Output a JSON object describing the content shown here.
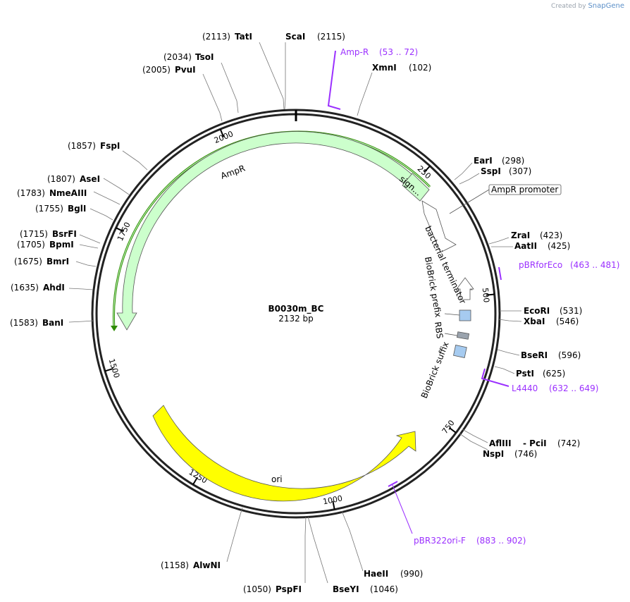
{
  "credit": {
    "prefix": "Created by",
    "brand": "SnapGene"
  },
  "plasmid": {
    "name": "B0030m_BC",
    "size_label": "2132 bp",
    "length": 2132
  },
  "ticks": [
    {
      "pos": 250,
      "label": "250"
    },
    {
      "pos": 500,
      "label": "500"
    },
    {
      "pos": 750,
      "label": "750"
    },
    {
      "pos": 1000,
      "label": "1000"
    },
    {
      "pos": 1250,
      "label": "1250"
    },
    {
      "pos": 1500,
      "label": "1500"
    },
    {
      "pos": 1750,
      "label": "1750"
    },
    {
      "pos": 2000,
      "label": "2000"
    }
  ],
  "sites": [
    {
      "id": "tati",
      "name": "TatI",
      "pos": "(2113)",
      "side": "left"
    },
    {
      "id": "scai",
      "name": "ScaI",
      "pos": "(2115)",
      "side": "right"
    },
    {
      "id": "tsoi",
      "name": "TsoI",
      "pos": "(2034)",
      "side": "left"
    },
    {
      "id": "pvui",
      "name": "PvuI",
      "pos": "(2005)",
      "side": "left"
    },
    {
      "id": "xmni",
      "name": "XmnI",
      "pos": "(102)",
      "side": "right"
    },
    {
      "id": "fspi",
      "name": "FspI",
      "pos": "(1857)",
      "side": "left"
    },
    {
      "id": "asei",
      "name": "AseI",
      "pos": "(1807)",
      "side": "left"
    },
    {
      "id": "nmeaiii",
      "name": "NmeAIII",
      "pos": "(1783)",
      "side": "left"
    },
    {
      "id": "bgli",
      "name": "BglI",
      "pos": "(1755)",
      "side": "left"
    },
    {
      "id": "bsrfi",
      "name": "BsrFI",
      "pos": "(1715)",
      "side": "left"
    },
    {
      "id": "bpmi",
      "name": "BpmI",
      "pos": "(1705)",
      "side": "left"
    },
    {
      "id": "bmri",
      "name": "BmrI",
      "pos": "(1675)",
      "side": "left"
    },
    {
      "id": "ahdi",
      "name": "AhdI",
      "pos": "(1635)",
      "side": "left"
    },
    {
      "id": "bani",
      "name": "BanI",
      "pos": "(1583)",
      "side": "left"
    },
    {
      "id": "eari",
      "name": "EarI",
      "pos": "(298)",
      "side": "right"
    },
    {
      "id": "sspi",
      "name": "SspI",
      "pos": "(307)",
      "side": "right"
    },
    {
      "id": "zrai",
      "name": "ZraI",
      "pos": "(423)",
      "side": "right"
    },
    {
      "id": "aatii",
      "name": "AatII",
      "pos": "(425)",
      "side": "right"
    },
    {
      "id": "ecori",
      "name": "EcoRI",
      "pos": "(531)",
      "side": "right"
    },
    {
      "id": "xbai",
      "name": "XbaI",
      "pos": "(546)",
      "side": "right"
    },
    {
      "id": "bseri",
      "name": "BseRI",
      "pos": "(596)",
      "side": "right"
    },
    {
      "id": "psti",
      "name": "PstI",
      "pos": "(625)",
      "side": "right"
    },
    {
      "id": "aflIII",
      "name": "AflIII",
      "pos": "",
      "side": "right"
    },
    {
      "id": "pcii",
      "name": "- PciI",
      "pos": "(742)",
      "side": "right"
    },
    {
      "id": "nspi",
      "name": "NspI",
      "pos": "(746)",
      "side": "right"
    },
    {
      "id": "haeii",
      "name": "HaeII",
      "pos": "(990)",
      "side": "right"
    },
    {
      "id": "bseyi",
      "name": "BseYI",
      "pos": "(1046)",
      "side": "right"
    },
    {
      "id": "pspfi",
      "name": "PspFI",
      "pos": "(1050)",
      "side": "left"
    },
    {
      "id": "alwni",
      "name": "AlwNI",
      "pos": "(1158)",
      "side": "left"
    }
  ],
  "primers": [
    {
      "id": "amp-r",
      "name": "Amp-R",
      "range": "(53 .. 72)"
    },
    {
      "id": "pbrforeco",
      "name": "pBRforEco",
      "range": "(463 .. 481)"
    },
    {
      "id": "l4440",
      "name": "L4440",
      "range": "(632 .. 649)"
    },
    {
      "id": "pbr322ori-f",
      "name": "pBR322ori-F",
      "range": "(883 .. 902)"
    }
  ],
  "features": [
    {
      "id": "ampr",
      "label": "AmpR",
      "color": "#ccffcc",
      "start": 1517,
      "end": 289
    },
    {
      "id": "signal",
      "label": "sign...",
      "color": "#ccffcc"
    },
    {
      "id": "ampr-promoter",
      "label": "AmpR promoter",
      "color": "#ffffff"
    },
    {
      "id": "ori",
      "label": "ori",
      "color": "#ffff00",
      "start": 1457,
      "end": 868
    },
    {
      "id": "terminator",
      "label": "bacterial terminator",
      "color": "#ffffff"
    },
    {
      "id": "prefix",
      "label": "BioBrick prefix",
      "color": "#a6cbf0"
    },
    {
      "id": "rbs",
      "label": "RBS",
      "color": "#9aa3ad"
    },
    {
      "id": "suffix",
      "label": "BioBrick suffix",
      "color": "#a6cbf0"
    }
  ],
  "colors": {
    "primer": "#9b30ff",
    "ampr_stroke": "#2d8a00",
    "ori": "#ffff00",
    "ampr_fill": "#ccffcc",
    "backbone": "#222222"
  }
}
